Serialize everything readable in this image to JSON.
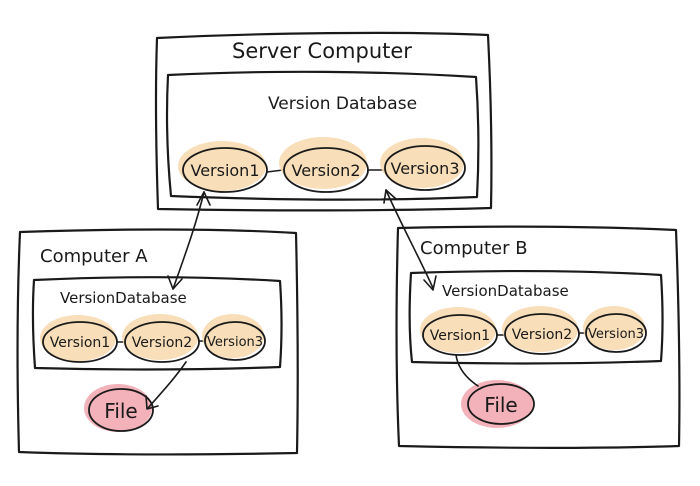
{
  "server": {
    "title": "Server Computer",
    "database_label": "Version Database",
    "versions": [
      "Version1",
      "Version2",
      "Version3"
    ]
  },
  "computer_a": {
    "title": "Computer A",
    "database_label": "VersionDatabase",
    "versions": [
      "Version1",
      "Version2",
      "Version3"
    ],
    "file_label": "File"
  },
  "computer_b": {
    "title": "Computer B",
    "database_label": "VersionDatabase",
    "versions": [
      "Version1",
      "Version2",
      "Version3"
    ],
    "file_label": "File"
  },
  "colors": {
    "version_fill": "#f7d9ad",
    "file_fill": "#f2a9b3",
    "ink": "#1a1a1a"
  }
}
